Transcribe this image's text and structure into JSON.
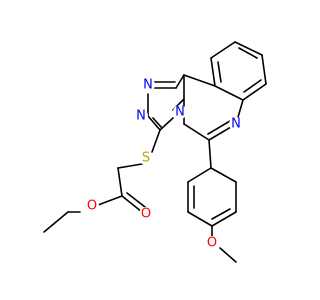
{
  "colors": {
    "bond": "#000000",
    "nitrogen": "#0000ff",
    "oxygen": "#ff0000",
    "sulfur": "#b8a800",
    "background": "#ffffff"
  },
  "atoms": [
    {
      "id": "N1",
      "label": "N",
      "element": "nitrogen"
    },
    {
      "id": "N2",
      "label": "N",
      "element": "nitrogen"
    },
    {
      "id": "N4",
      "label": "N",
      "element": "nitrogen"
    },
    {
      "id": "N6",
      "label": "N",
      "element": "nitrogen"
    },
    {
      "id": "S",
      "label": "S",
      "element": "sulfur"
    },
    {
      "id": "O_carbonyl",
      "label": "O",
      "element": "oxygen"
    },
    {
      "id": "O_ester",
      "label": "O",
      "element": "oxygen"
    },
    {
      "id": "O_methoxy",
      "label": "O",
      "element": "oxygen"
    }
  ]
}
